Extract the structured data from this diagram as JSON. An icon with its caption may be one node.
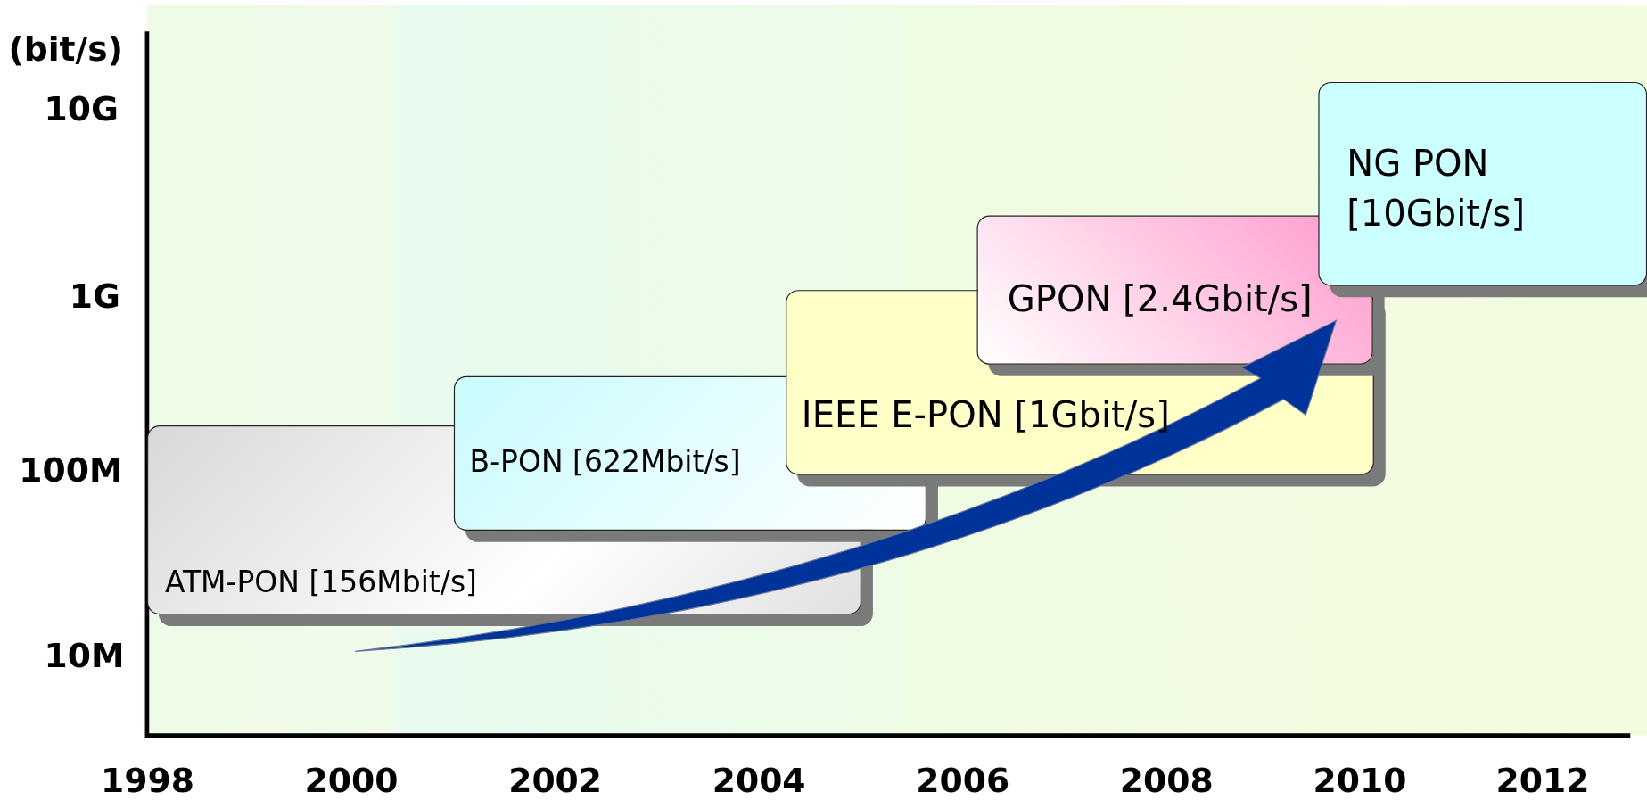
{
  "diagram": {
    "nodes": [
      {
        "text": [
          "ATM-PON [156Mbit/s]"
        ]
      },
      {
        "text": [
          "B-PON [622Mbit/s]"
        ]
      },
      {
        "text": [
          "IEEE E-PON [1Gbit/s]"
        ]
      },
      {
        "text": [
          "GPON [2.4Gbit/s]"
        ]
      },
      {
        "text": [
          "NG PON [10Gbit/s]"
        ]
      }
    ],
    "labels": [
      "(bit/s)",
      "10G",
      "1G",
      "100M",
      "10M",
      "1998",
      "2000",
      "2002",
      "2004",
      "2006",
      "2008",
      "2010",
      "2012"
    ]
  }
}
